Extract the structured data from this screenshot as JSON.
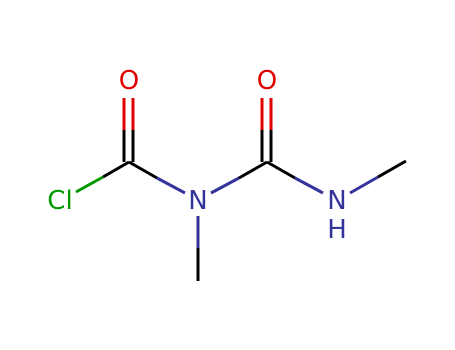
{
  "molecule": {
    "atoms": {
      "o1": {
        "label": "O",
        "color": "#e00000"
      },
      "o2": {
        "label": "O",
        "color": "#e00000"
      },
      "cl": {
        "label": "Cl",
        "color": "#009900"
      },
      "n1": {
        "label": "N",
        "color": "#33339a"
      },
      "n2": {
        "label": "N",
        "color": "#33339a"
      },
      "h": {
        "label": "H",
        "color": "#33339a"
      }
    },
    "bond_color": "#000000"
  }
}
